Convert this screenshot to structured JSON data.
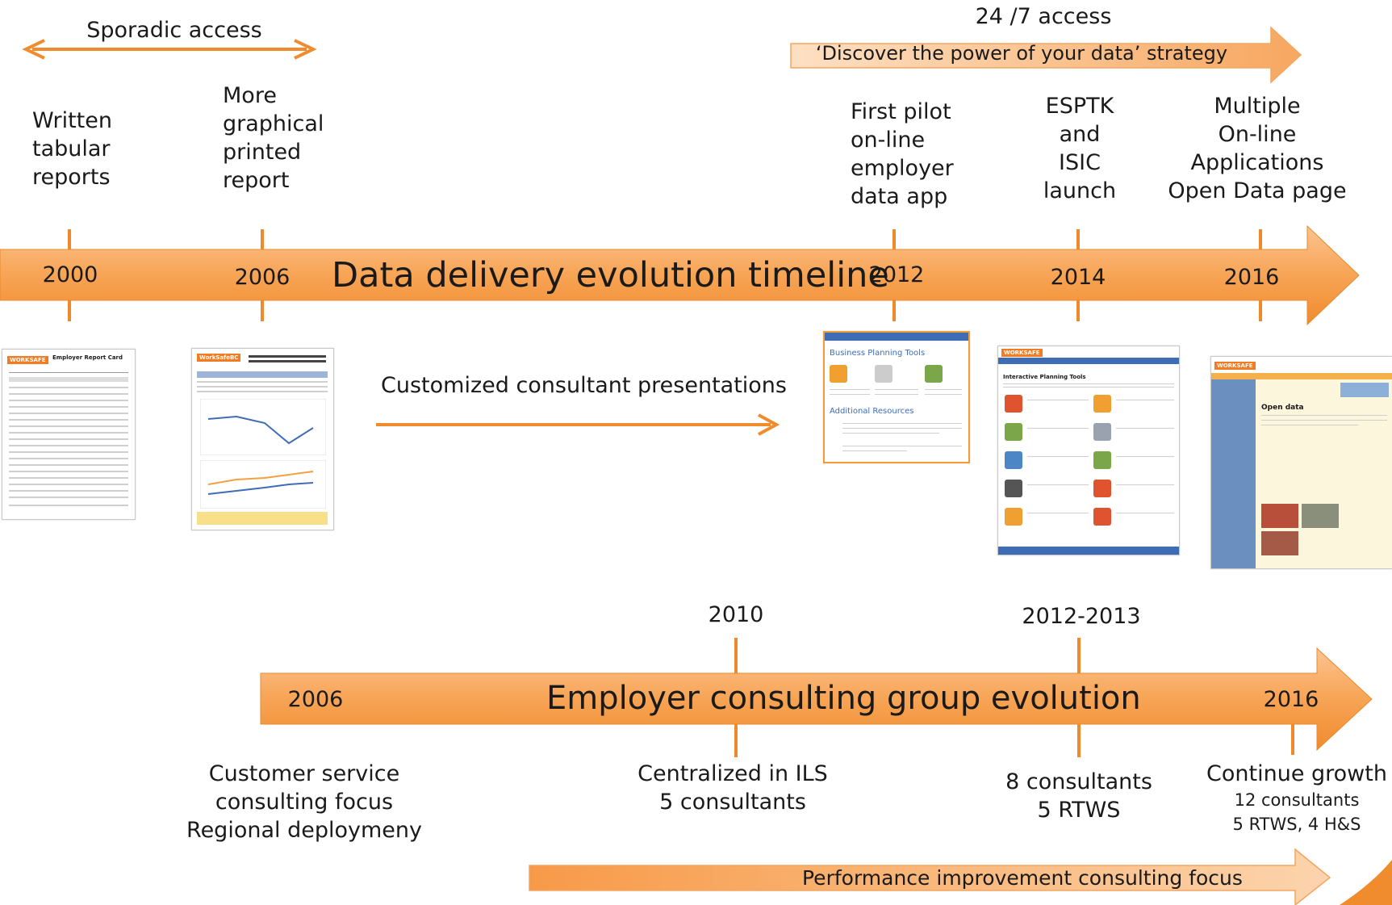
{
  "top": {
    "sporadic_label": "Sporadic access",
    "access_label": "24 /7 access",
    "strategy_label": "‘Discover the power of your data’ strategy"
  },
  "timeline1": {
    "title": "Data delivery evolution timeline",
    "years": [
      "2000",
      "2006",
      "2012",
      "2014",
      "2016"
    ],
    "milestones": [
      {
        "year": "2000",
        "lines": [
          "Written",
          "tabular",
          "reports"
        ]
      },
      {
        "year": "2006",
        "lines": [
          "More",
          "graphical",
          "printed",
          "report"
        ]
      },
      {
        "year": "2012",
        "lines": [
          "First pilot",
          "on-line",
          "employer",
          "data app"
        ]
      },
      {
        "year": "2014",
        "lines": [
          "ESPTK",
          "and",
          "ISIC",
          "launch"
        ]
      },
      {
        "year": "2016",
        "lines": [
          "Multiple",
          "On-line",
          "Applications",
          "Open Data page"
        ]
      }
    ],
    "middle_label": "Customized consultant presentations"
  },
  "timeline2": {
    "title": "Employer consulting group evolution",
    "years": [
      "2006",
      "2010",
      "2012-2013",
      "2016"
    ],
    "notes": {
      "n2006": [
        "Customer service",
        "consulting focus",
        "Regional deploymeny"
      ],
      "n2010": [
        "Centralized in ILS",
        "5 consultants"
      ],
      "n2012": [
        "8 consultants",
        "5 RTWS"
      ],
      "n2016_main": "Continue  growth",
      "n2016_sub": [
        "12 consultants",
        "5 RTWS, 4 H&S"
      ]
    },
    "bottom_label": "Performance improvement consulting focus"
  },
  "thumbs": {
    "t1": "Employer Report Card",
    "t2": "WorkSafeBC",
    "t3a": "Business Planning Tools",
    "t3b": "Additional Resources",
    "t4": "Interactive Planning Tools",
    "t5": "Open data"
  },
  "colors": {
    "arrow_light": "#fbbf86",
    "arrow_dark": "#f39a3c",
    "arrow_stroke": "#e88a2e",
    "tick": "#ee8a2a"
  }
}
